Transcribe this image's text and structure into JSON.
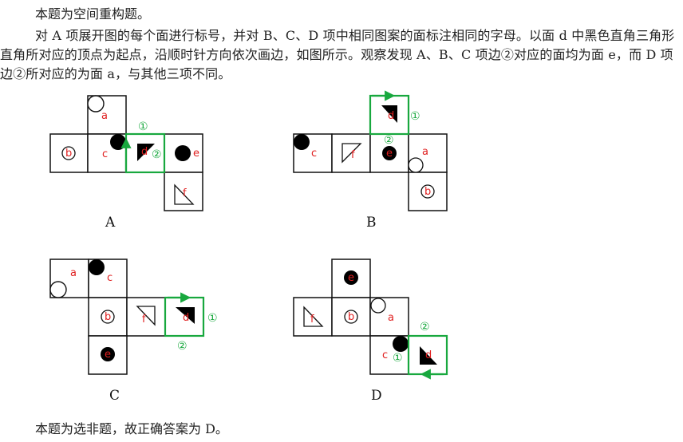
{
  "text": {
    "line1": "本题为空间重构题。",
    "para": "对 A 项展开图的每个面进行标号，并对 B、C、D 项中相同图案的面标注相同的字母。以面 d 中黑色直角三角形直角所对应的顶点为起点，沿顺时针方向依次画边，如图所示。观察发现 A、B、C 项边②对应的面均为面 e，而 D 项边②所对应的为面 a，与其他三项不同。",
    "conclusion": "本题为选非题，故正确答案为 D。"
  },
  "options": {
    "A": {
      "caption": "A",
      "labels": {
        "a": "a",
        "b": "b",
        "c": "c",
        "d": "d",
        "e": "e",
        "f": "f"
      },
      "edge1": "①",
      "edge2": "②"
    },
    "B": {
      "caption": "B",
      "labels": {
        "a": "a",
        "b": "b",
        "c": "c",
        "d": "d",
        "e": "e",
        "f": "f"
      },
      "edge1": "①",
      "edge2": "②"
    },
    "C": {
      "caption": "C",
      "labels": {
        "a": "a",
        "b": "b",
        "c": "c",
        "d": "d",
        "e": "e",
        "f": "f"
      },
      "edge1": "①",
      "edge2": "②"
    },
    "D": {
      "caption": "D",
      "labels": {
        "a": "a",
        "b": "b",
        "c": "c",
        "d": "d",
        "e": "e",
        "f": "f"
      },
      "edge1": "①",
      "edge2": "②"
    }
  },
  "colors": {
    "label": "#e02020",
    "edge": "#18a83e",
    "ink": "#111111"
  }
}
